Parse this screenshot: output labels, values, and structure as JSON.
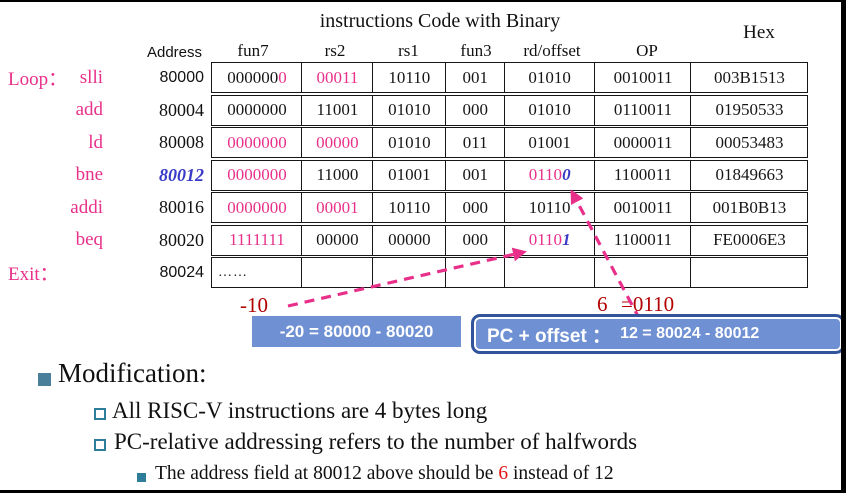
{
  "table": {
    "title": "instructions Code with Binary",
    "hex_header": "Hex",
    "address_header": "Address",
    "col_headers": [
      "fun7",
      "rs2",
      "rs1",
      "fun3",
      "rd/offset",
      "OP"
    ],
    "rows": [
      {
        "label_prefix": "Loop：",
        "mnemonic": "slli",
        "address": "80000",
        "address_font": "sans",
        "address_style": "normal",
        "cells": [
          [
            [
              "000000",
              "k"
            ],
            [
              "0",
              "p"
            ]
          ],
          [
            [
              "00011",
              "p"
            ]
          ],
          [
            [
              "10110",
              "k"
            ]
          ],
          [
            [
              "001",
              "k"
            ]
          ],
          [
            [
              "01010",
              "k"
            ]
          ],
          [
            [
              "0010011",
              "k"
            ]
          ],
          [
            [
              "003B1513",
              "k"
            ]
          ]
        ]
      },
      {
        "label_prefix": "",
        "mnemonic": "add",
        "address": "80004",
        "address_font": "serif",
        "address_style": "normal",
        "cells": [
          [
            [
              "0000000",
              "k"
            ]
          ],
          [
            [
              "11001",
              "k"
            ]
          ],
          [
            [
              "01010",
              "k"
            ]
          ],
          [
            [
              "000",
              "k"
            ]
          ],
          [
            [
              "01010",
              "k"
            ]
          ],
          [
            [
              "0110011",
              "k"
            ]
          ],
          [
            [
              "01950533",
              "k"
            ]
          ]
        ]
      },
      {
        "label_prefix": "",
        "mnemonic": "ld",
        "address": "80008",
        "address_font": "serif",
        "address_style": "normal",
        "cells": [
          [
            [
              "0000000",
              "p"
            ]
          ],
          [
            [
              "00000",
              "p"
            ]
          ],
          [
            [
              "01010",
              "k"
            ]
          ],
          [
            [
              "011",
              "k"
            ]
          ],
          [
            [
              "01001",
              "k"
            ]
          ],
          [
            [
              "0000011",
              "k"
            ]
          ],
          [
            [
              "00053483",
              "k"
            ]
          ]
        ]
      },
      {
        "label_prefix": "",
        "mnemonic": "bne",
        "address": "80012",
        "address_font": "serif",
        "address_style": "blue-bold-italic",
        "cells": [
          [
            [
              "0000000",
              "p"
            ]
          ],
          [
            [
              "11000",
              "k"
            ]
          ],
          [
            [
              "01001",
              "k"
            ]
          ],
          [
            [
              "001",
              "k"
            ]
          ],
          [
            [
              "0110",
              "p"
            ],
            [
              "0",
              "b"
            ]
          ],
          [
            [
              "1100011",
              "k"
            ]
          ],
          [
            [
              "01849663",
              "k"
            ]
          ]
        ]
      },
      {
        "label_prefix": "",
        "mnemonic": "addi",
        "address": "80016",
        "address_font": "serif",
        "address_style": "normal",
        "cells": [
          [
            [
              "0000000",
              "p"
            ]
          ],
          [
            [
              "00001",
              "p"
            ]
          ],
          [
            [
              "10110",
              "k"
            ]
          ],
          [
            [
              "000",
              "k"
            ]
          ],
          [
            [
              "10110",
              "k"
            ]
          ],
          [
            [
              "0010011",
              "k"
            ]
          ],
          [
            [
              "001B0B13",
              "k"
            ]
          ]
        ]
      },
      {
        "label_prefix": "",
        "mnemonic": "beq",
        "address": "80020",
        "address_font": "serif",
        "address_style": "normal",
        "cells": [
          [
            [
              "1111111",
              "p"
            ]
          ],
          [
            [
              "00000",
              "k"
            ]
          ],
          [
            [
              "00000",
              "k"
            ]
          ],
          [
            [
              "000",
              "k"
            ]
          ],
          [
            [
              "0110",
              "p"
            ],
            [
              "1",
              "b"
            ]
          ],
          [
            [
              "1100011",
              "k"
            ]
          ],
          [
            [
              "FE0006E3",
              "k"
            ]
          ]
        ]
      },
      {
        "label_prefix": "Exit：",
        "mnemonic": "",
        "address": "80024",
        "address_font": "sans",
        "address_style": "normal",
        "cells": [
          [
            [
              "……",
              "dots"
            ]
          ],
          [],
          [],
          [],
          [],
          [],
          []
        ]
      }
    ]
  },
  "annotations": {
    "minus10": "-10",
    "six": "6",
    "eq_binary": "=0110"
  },
  "callouts": {
    "box1": "-20 = 80000 - 80020",
    "box2_label": "PC + offset ：",
    "box2_value": "12 = 80024 - 80012"
  },
  "bullets": {
    "level1": "Modification:",
    "level2a": "All RISC-V instructions are 4 bytes long",
    "level2b": "PC-relative addressing refers to the number of halfwords",
    "level3_pre": "The address field at 80012 above should be ",
    "level3_red": "6",
    "level3_post": " instead of 12"
  },
  "colors": {
    "pink": "#e8308a",
    "blue_italic": "#3a3ac8",
    "black": "#161616",
    "dark_red": "#b20000",
    "red": "#e51414",
    "callout_bg": "#6f91d4",
    "callout_border": "#31549b",
    "bullet_fill": "#4a7f9b",
    "bullet_outline": "#2e7d99",
    "arrow_pink": "#e8308a"
  },
  "layout_cols": {
    "label": 95,
    "address": 104,
    "fun7": 92,
    "rs2": 72,
    "rs1": 75,
    "fun3": 60,
    "rd": 92,
    "op": 98,
    "hex": 118
  }
}
